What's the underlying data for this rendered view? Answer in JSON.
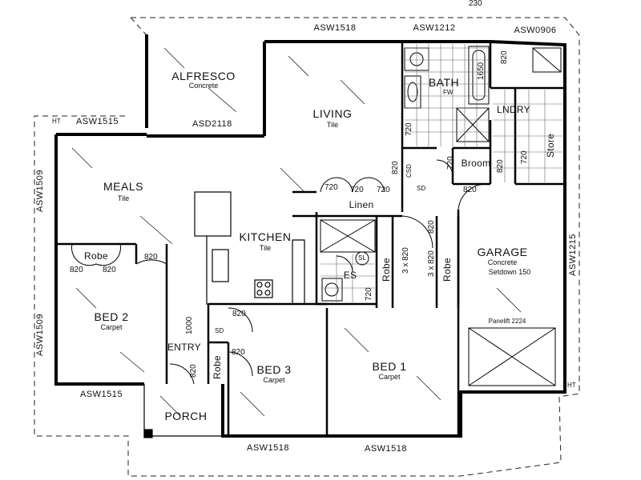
{
  "rooms": {
    "alfresco": {
      "name": "ALFRESCO",
      "finish": "Concrete"
    },
    "living": {
      "name": "LIVING",
      "finish": "Tile"
    },
    "bath": {
      "name": "BATH",
      "fw": "FW",
      "dim1650": "1650"
    },
    "lndry": {
      "name": "LNDRY"
    },
    "store": {
      "name": "Store"
    },
    "broom": {
      "name": "Broom"
    },
    "meals": {
      "name": "MEALS",
      "finish": "Tile"
    },
    "kitchen": {
      "name": "KITCHEN",
      "finish": "Tile"
    },
    "linen": {
      "name": "Linen"
    },
    "es": {
      "name": "ES",
      "sl": "SL"
    },
    "garage": {
      "name": "GARAGE",
      "finish": "Concrete",
      "note": "Setdown 150",
      "panelift": "Panelift 2224"
    },
    "robe_bed2": {
      "name": "Robe"
    },
    "bed2": {
      "name": "BED 2",
      "finish": "Carpet"
    },
    "entry": {
      "name": "ENTRY"
    },
    "robe_bed3": {
      "name": "Robe"
    },
    "bed3": {
      "name": "BED 3",
      "finish": "Carpet"
    },
    "robe_es": {
      "name": "Robe"
    },
    "robe_garage": {
      "name": "Robe"
    },
    "bed1": {
      "name": "BED 1",
      "finish": "Carpet"
    },
    "porch": {
      "name": "PORCH"
    }
  },
  "windows": {
    "top_living": "ASW1518",
    "top_bath": "ASW1212",
    "top_lndry": "ASW0906",
    "meals_top": "ASW1515",
    "alfresco_door": "ASD2118",
    "left_meals": "ASW1509",
    "left_bed2": "ASW1509",
    "bottom_bed2": "ASW1515",
    "bottom_bed3": "ASW1518",
    "bottom_bed1": "ASW1518",
    "right_garage": "ASW1215"
  },
  "markers": {
    "ht_left": "HT",
    "ht_right": "HT",
    "sd_hall": "SD",
    "sd_entry": "SD",
    "csd": "CSD"
  },
  "dimensions": {
    "d820_lndry": "820",
    "d720_bath": "720",
    "d720_broom": "720",
    "d820_lndry_b": "820",
    "d720_store": "720",
    "d820_csd": "820",
    "d820_garage_door": "820",
    "d720_linen_1": "720",
    "d720_linen_2": "720",
    "d720_linen_3": "720",
    "d820_es": "820",
    "d3x820_es": "3 x 820",
    "d3x820_garage": "3 x 820",
    "d720_es": "720",
    "d820_robe_l": "820",
    "d820_robe_r": "820",
    "d820_bed2": "820",
    "d820_hall": "820",
    "d1000": "1000",
    "d820_bed3": "820",
    "d820_entry": "820"
  },
  "header_partial": {
    "left": "...",
    "right": "...",
    "num": "230"
  }
}
